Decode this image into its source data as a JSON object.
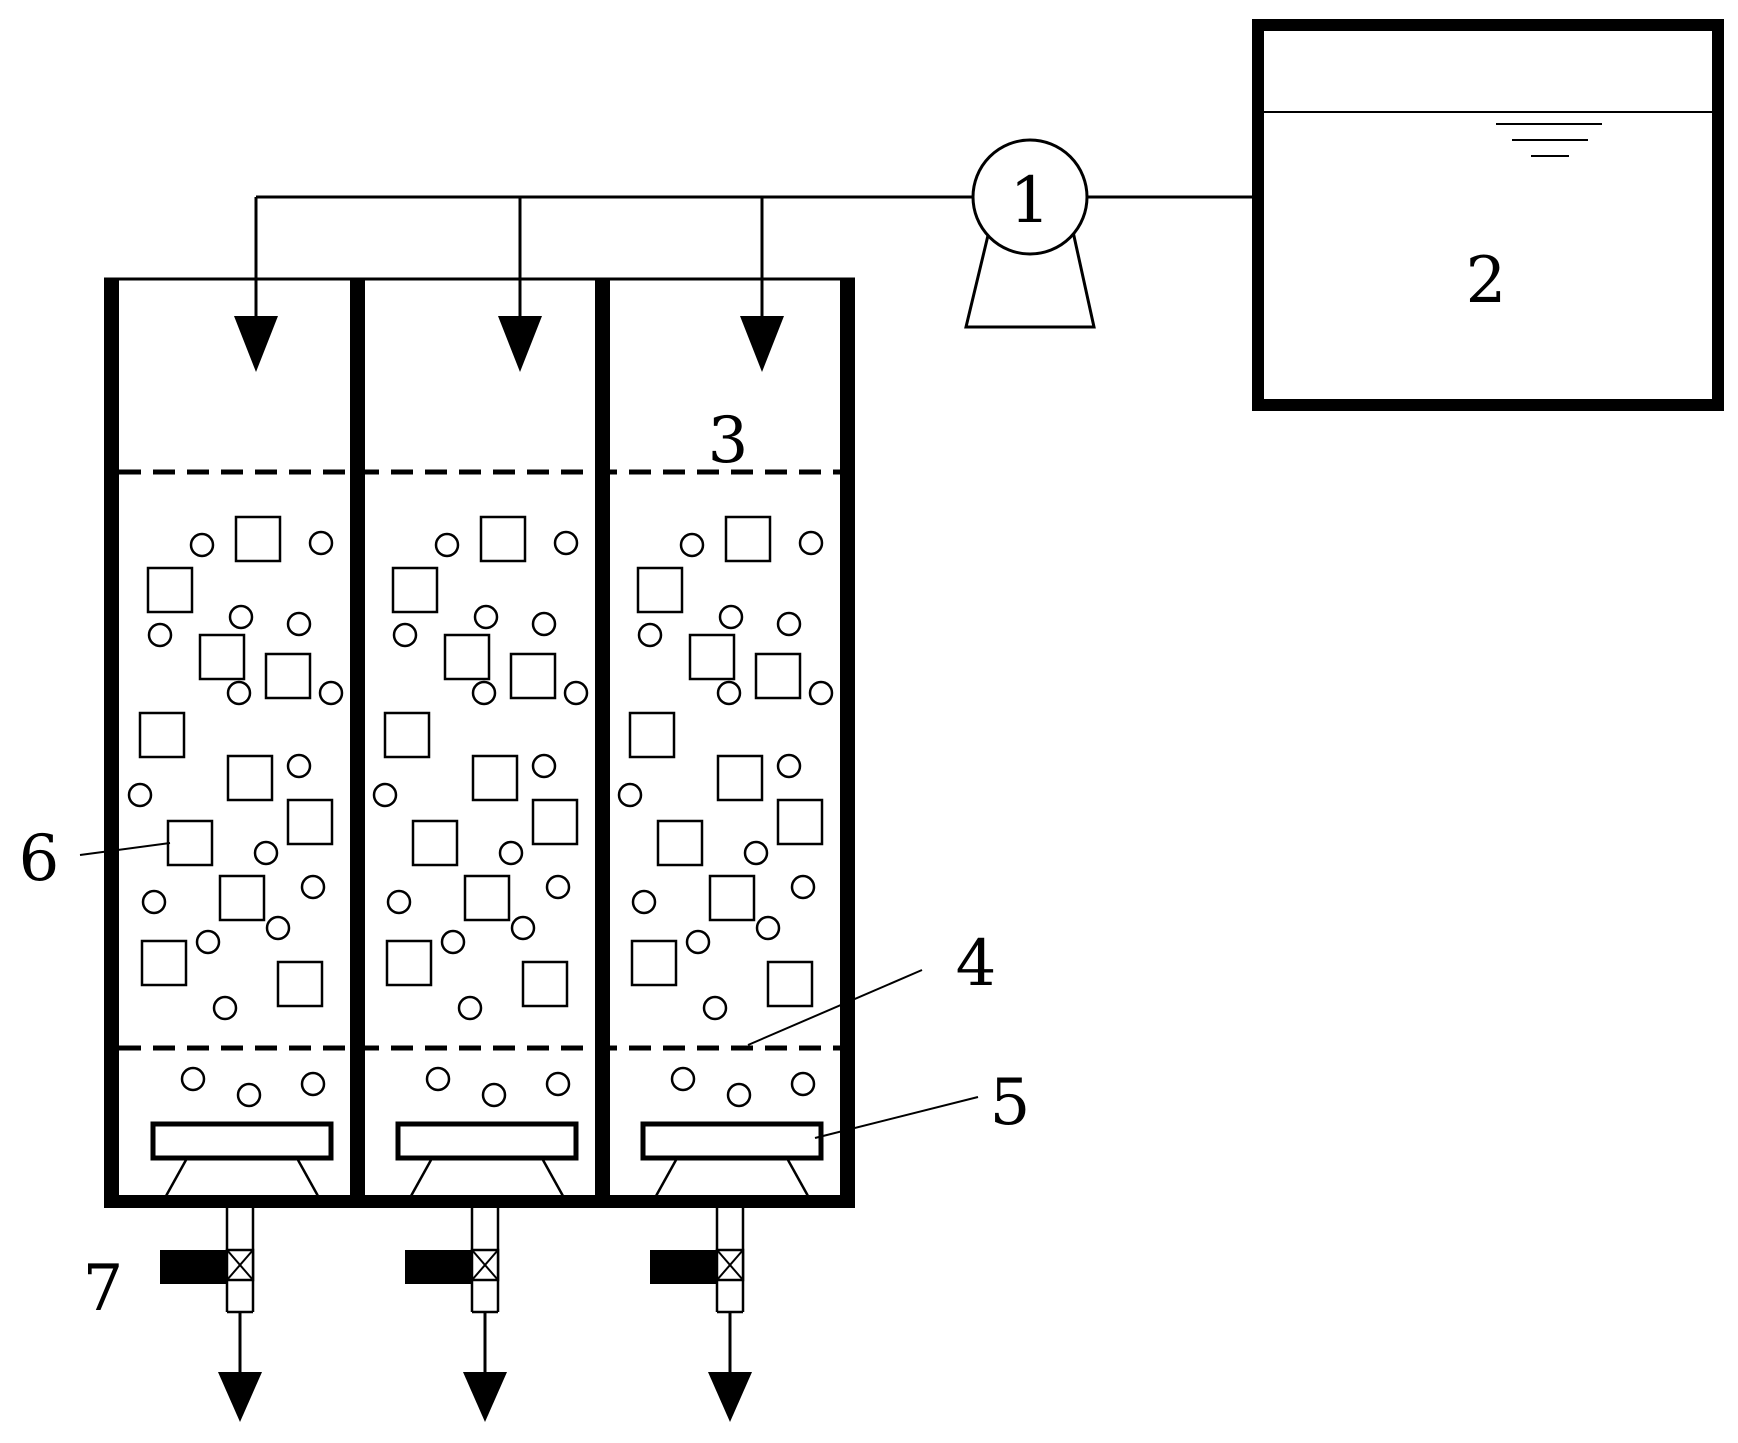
{
  "labels": {
    "pump": "1",
    "tank": "2",
    "top_screen": "3",
    "bottom_screen": "4",
    "distributor": "5",
    "media": "6",
    "valve": "7"
  },
  "diagram": {
    "column_count": 3,
    "colors": {
      "line": "#000000",
      "background": "#ffffff"
    }
  }
}
